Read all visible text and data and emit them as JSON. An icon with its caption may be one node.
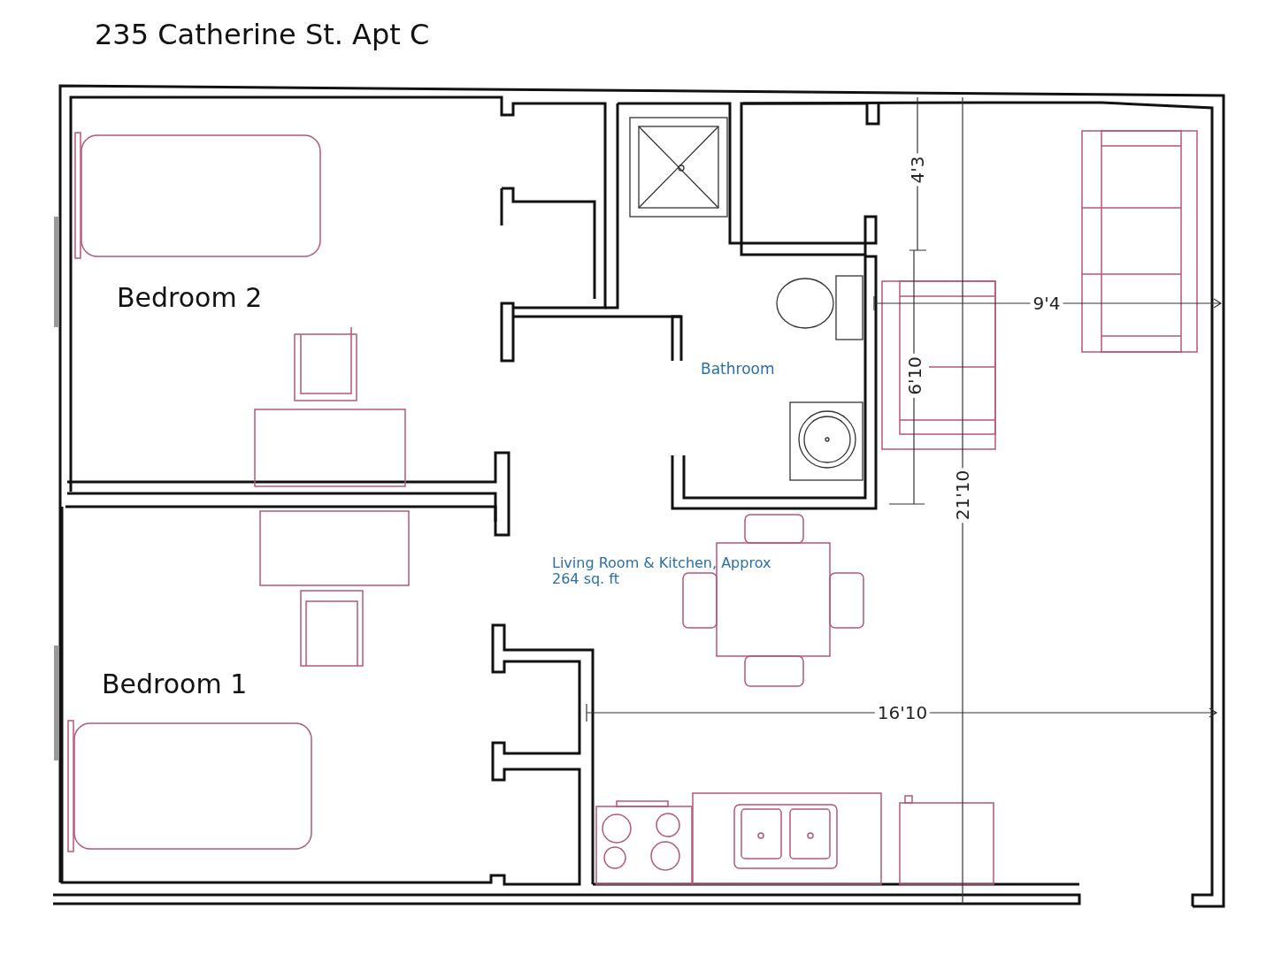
{
  "diagram": {
    "title": "235 Catherine St. Apt C",
    "labels": [
      "4'3",
      "Bedroom 2",
      "9'4",
      "Bathroom",
      "6'10",
      "21'10",
      "Living Room & Kitchen, Approx 264 sq. ft",
      "Bedroom 1",
      "16'10"
    ]
  }
}
